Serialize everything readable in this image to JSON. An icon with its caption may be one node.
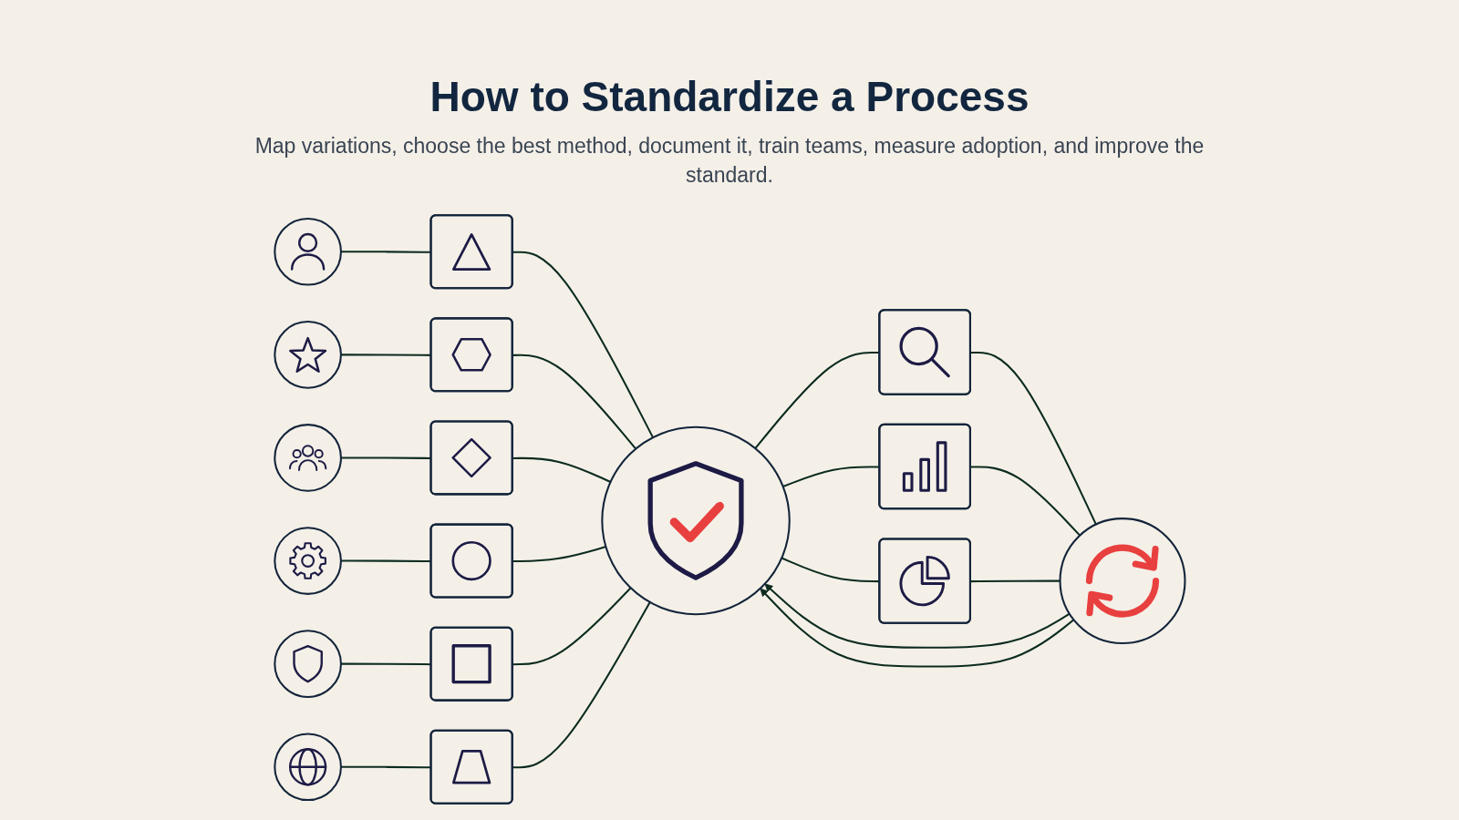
{
  "diagram": {
    "title": "How to Standardize a Process",
    "caption": "Map variations, choose the best method, document it, train teams, measure adoption, and improve the standard.",
    "nodes": [
      {
        "text": [],
        "shape": "circle"
      },
      {
        "text": [],
        "shape": "box"
      },
      {
        "text": [],
        "shape": "circle"
      },
      {
        "text": [],
        "shape": "box"
      },
      {
        "text": [],
        "shape": "circle"
      },
      {
        "text": [],
        "shape": "box"
      },
      {
        "text": [],
        "shape": "circle"
      },
      {
        "text": [],
        "shape": "box"
      },
      {
        "text": [],
        "shape": "circle"
      },
      {
        "text": [],
        "shape": "box"
      },
      {
        "text": [],
        "shape": "circle"
      },
      {
        "text": [],
        "shape": "box"
      },
      {
        "text": [],
        "shape": "circle"
      },
      {
        "text": [],
        "shape": "box"
      },
      {
        "text": [],
        "shape": "box"
      },
      {
        "text": [],
        "shape": "box"
      },
      {
        "text": [],
        "shape": "circle"
      }
    ],
    "edges": [
      {
        "from": 0,
        "to": 1,
        "arrow": "none"
      },
      {
        "from": 1,
        "to": 12,
        "arrow": "none"
      },
      {
        "from": 2,
        "to": 3,
        "arrow": "none"
      },
      {
        "from": 3,
        "to": 12,
        "arrow": "none"
      },
      {
        "from": 4,
        "to": 5,
        "arrow": "none"
      },
      {
        "from": 5,
        "to": 12,
        "arrow": "none"
      },
      {
        "from": 6,
        "to": 7,
        "arrow": "none"
      },
      {
        "from": 7,
        "to": 12,
        "arrow": "none"
      },
      {
        "from": 8,
        "to": 9,
        "arrow": "none"
      },
      {
        "from": 9,
        "to": 12,
        "arrow": "none"
      },
      {
        "from": 10,
        "to": 11,
        "arrow": "none"
      },
      {
        "from": 11,
        "to": 12,
        "arrow": "none"
      },
      {
        "from": 12,
        "to": 13,
        "arrow": "none"
      },
      {
        "from": 12,
        "to": 14,
        "arrow": "none"
      },
      {
        "from": 12,
        "to": 15,
        "arrow": "none"
      },
      {
        "from": 13,
        "to": 16,
        "arrow": "none"
      },
      {
        "from": 14,
        "to": 16,
        "arrow": "none"
      },
      {
        "from": 15,
        "to": 16,
        "arrow": "none"
      },
      {
        "from": 16,
        "to": 12,
        "arrow": "to"
      },
      {
        "from": 16,
        "to": 12,
        "arrow": "to"
      }
    ]
  }
}
